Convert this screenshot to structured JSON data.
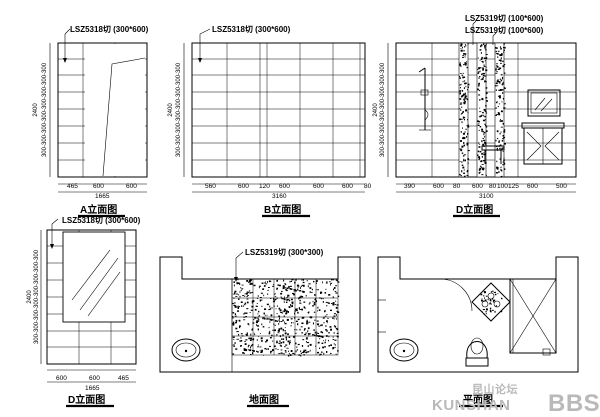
{
  "labels": {
    "tile_a": "LSZ5318切 (300*600)",
    "tile_b": "LSZ5318切 (300*600)",
    "tile_c1": "LSZ5319切 (100*600)",
    "tile_c2": "LSZ5319切 (100*600)",
    "tile_d": "LSZ5318切 (300*600)",
    "tile_floor": "LSZ5319切 (300*300)"
  },
  "titles": {
    "a": "A立面图",
    "b": "B立面图",
    "c": "D立面图",
    "d": "D立面图",
    "floor": "地面图",
    "plan": "平面图"
  },
  "dims": {
    "a_height": "2400",
    "a_rows": "300-300-300-300-300-300-300-300",
    "a_bottom": [
      "465",
      "600",
      "600"
    ],
    "a_total": "1665",
    "b_height": "2400",
    "b_rows": "300-300-300-300-300-300-300-300",
    "b_bottom": [
      "560",
      "600",
      "120",
      "600",
      "600",
      "600",
      "80"
    ],
    "b_total": "3160",
    "c_height": "2400",
    "c_rows": "300-300-300-300-300-300-300-300",
    "c_bottom": [
      "390",
      "600",
      "80",
      "600",
      "80",
      "100",
      "125",
      "600",
      "500"
    ],
    "c_total": "3100",
    "d_height": "2400",
    "d_rows": "300-300-300-300-300-300-300-300",
    "d_bottom": [
      "600",
      "600",
      "465"
    ],
    "d_total": "1665"
  },
  "watermark": {
    "cn": "昆山论坛",
    "en": "KUNSHAN",
    "bbs": "BBS"
  }
}
